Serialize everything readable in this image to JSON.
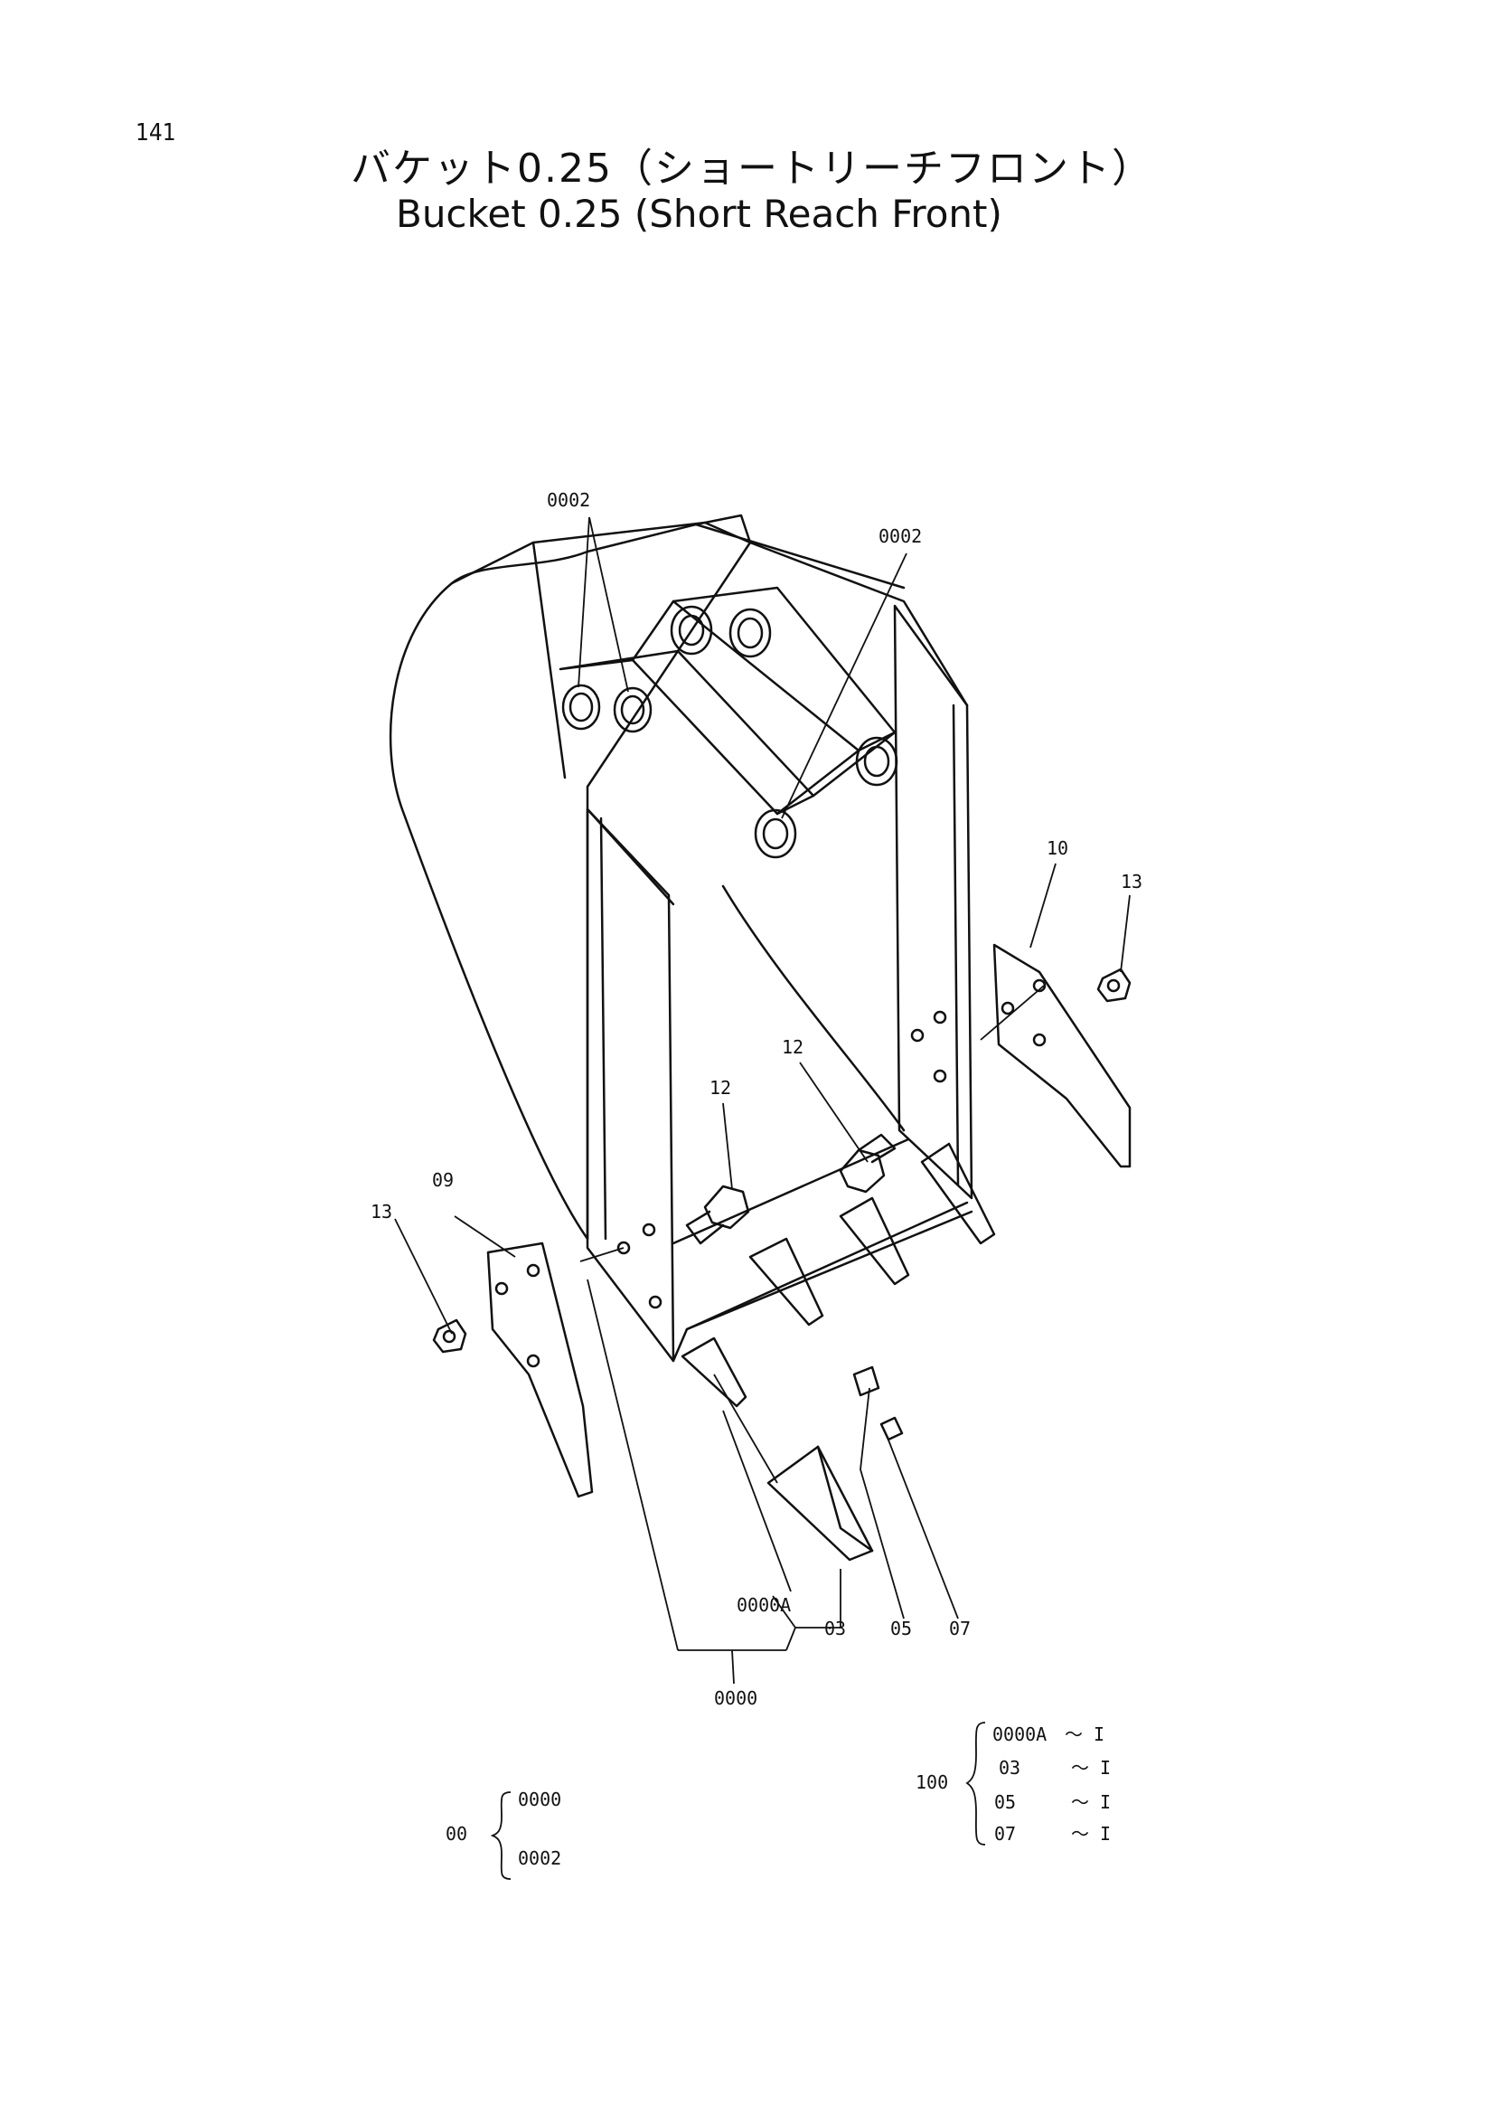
{
  "page_number": "141",
  "title_jp": "バケット0.25（ショートリーチフロント）",
  "title_en": "Bucket 0.25 (Short Reach Front)",
  "callouts": {
    "pin_left": "0002",
    "pin_right": "0002",
    "side_cutter_right": "10",
    "nut_right": "13",
    "bolt_right": "12",
    "bolt_left": "12",
    "side_cutter_left": "09",
    "nut_left": "13",
    "adapter": "0000A",
    "tooth_point": "03",
    "pin_05": "05",
    "lock_07": "07",
    "bucket_assy": "0000"
  },
  "assembly_left": {
    "group": "00",
    "items": [
      "0000",
      "0002"
    ]
  },
  "assembly_right": {
    "group": "100",
    "rows": [
      {
        "part": "0000A",
        "qty": "～ I"
      },
      {
        "part": "03",
        "qty": "～ I"
      },
      {
        "part": "05",
        "qty": "～ I"
      },
      {
        "part": "07",
        "qty": "～ I"
      }
    ]
  }
}
